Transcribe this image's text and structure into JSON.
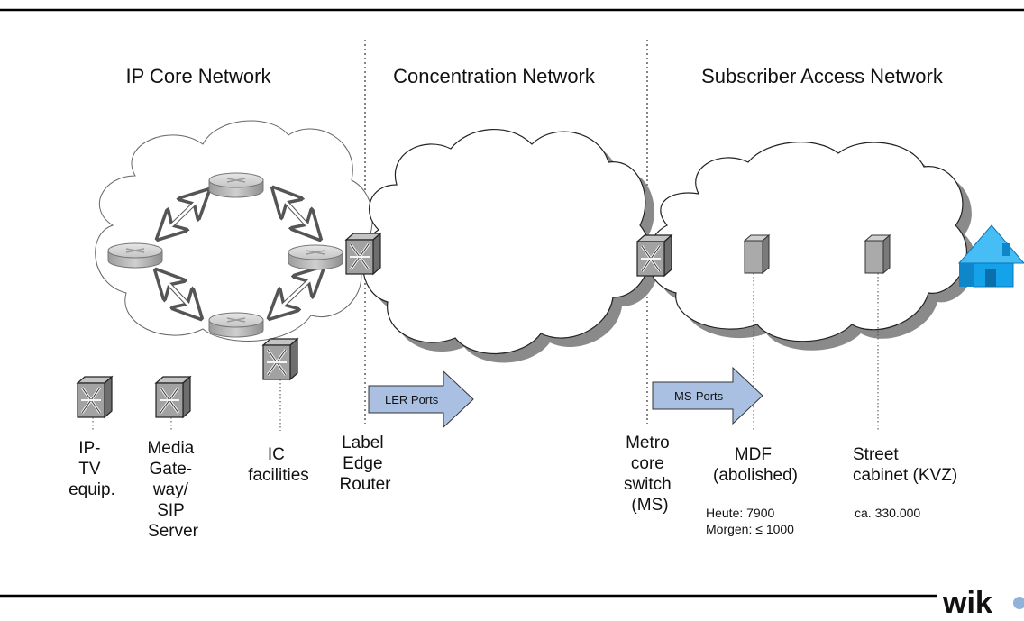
{
  "sections": {
    "core": "IP Core Network",
    "concentration": "Concentration Network",
    "access": "Subscriber Access Network"
  },
  "labels": {
    "iptv": [
      "IP-",
      "TV",
      "equip."
    ],
    "media": [
      "Media",
      "Gate-",
      "way/",
      "SIP",
      "Server"
    ],
    "ic": [
      "IC",
      "facilities"
    ],
    "ler": [
      "Label",
      "Edge",
      "Router"
    ],
    "metro": [
      "Metro",
      "core",
      "switch",
      "(MS)"
    ],
    "mdf": [
      "MDF",
      "(abolished)"
    ],
    "street": [
      "Street",
      "cabinet (KVZ)"
    ]
  },
  "notes": {
    "mdf_1": "Heute: 7900",
    "mdf_2": "Morgen: ≤ 1000",
    "kvz": "ca. 330.000"
  },
  "ports": {
    "ler": "LER Ports",
    "ms": "MS-Ports"
  },
  "logo": "wik",
  "colors": {
    "cloud_shadow": "#8a8a8a",
    "arrow_fill": "#a9c0e3",
    "house": "#1fa2e8",
    "router": "#b8b8b8",
    "switch": "#9a9a9a"
  },
  "icons": [
    "router-icon",
    "switch-icon",
    "cabinet-icon",
    "house-icon",
    "bidirectional-arrow-icon",
    "block-arrow-icon"
  ]
}
